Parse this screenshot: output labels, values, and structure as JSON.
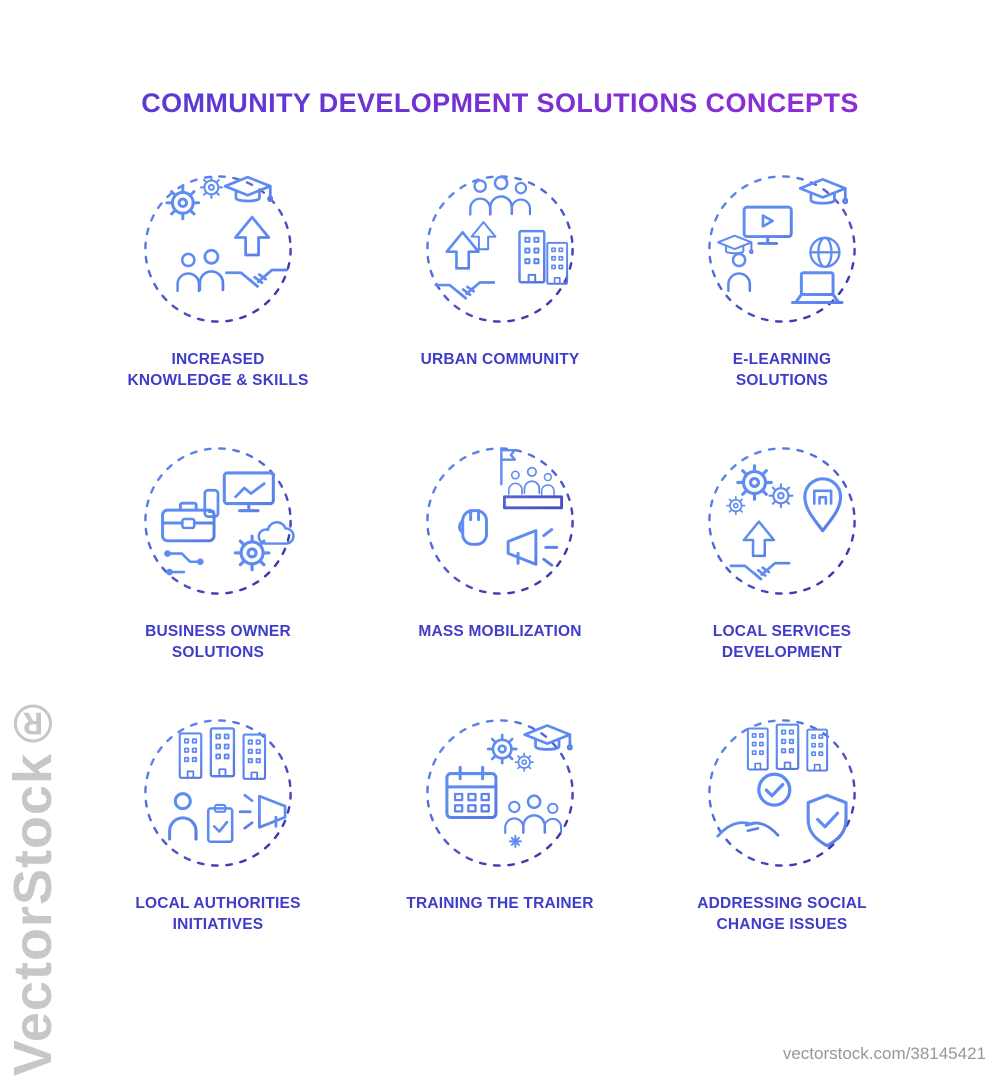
{
  "header": {
    "title": "COMMUNITY DEVELOPMENT SOLUTIONS CONCEPTS"
  },
  "palette": {
    "title_gradient_from": "#4d3ed2",
    "title_gradient_to": "#9b2bd8",
    "label_color": "#3f3cc9",
    "icon_gradient_from": "#5f8cf2",
    "icon_gradient_to": "#3b2ea8",
    "watermark_color": "#c7c7c7"
  },
  "concepts": [
    {
      "label": "INCREASED\nKNOWLEDGE & SKILLS",
      "icon": "gears-graduation-people-handshake-arrows"
    },
    {
      "label": "URBAN COMMUNITY",
      "icon": "people-group-buildings-handshake-arrows"
    },
    {
      "label": "E-LEARNING\nSOLUTIONS",
      "icon": "graduate-monitor-laptop-globe"
    },
    {
      "label": "BUSINESS OWNER\nSOLUTIONS",
      "icon": "briefcase-monitor-chart-gear-cloud"
    },
    {
      "label": "MASS MOBILIZATION",
      "icon": "fist-megaphone-crowd-flag"
    },
    {
      "label": "LOCAL SERVICES\nDEVELOPMENT",
      "icon": "gears-map-pin-handshake-arrow"
    },
    {
      "label": "LOCAL AUTHORITIES\nINITIATIVES",
      "icon": "buildings-person-megaphone-checklist"
    },
    {
      "label": "TRAINING THE TRAINER",
      "icon": "calendar-gears-graduation-people"
    },
    {
      "label": "ADDRESSING SOCIAL\nCHANGE ISSUES",
      "icon": "buildings-hands-check-shield"
    }
  ],
  "watermark": {
    "brand": "VectorStock®",
    "url": "vectorstock.com/38145421"
  }
}
